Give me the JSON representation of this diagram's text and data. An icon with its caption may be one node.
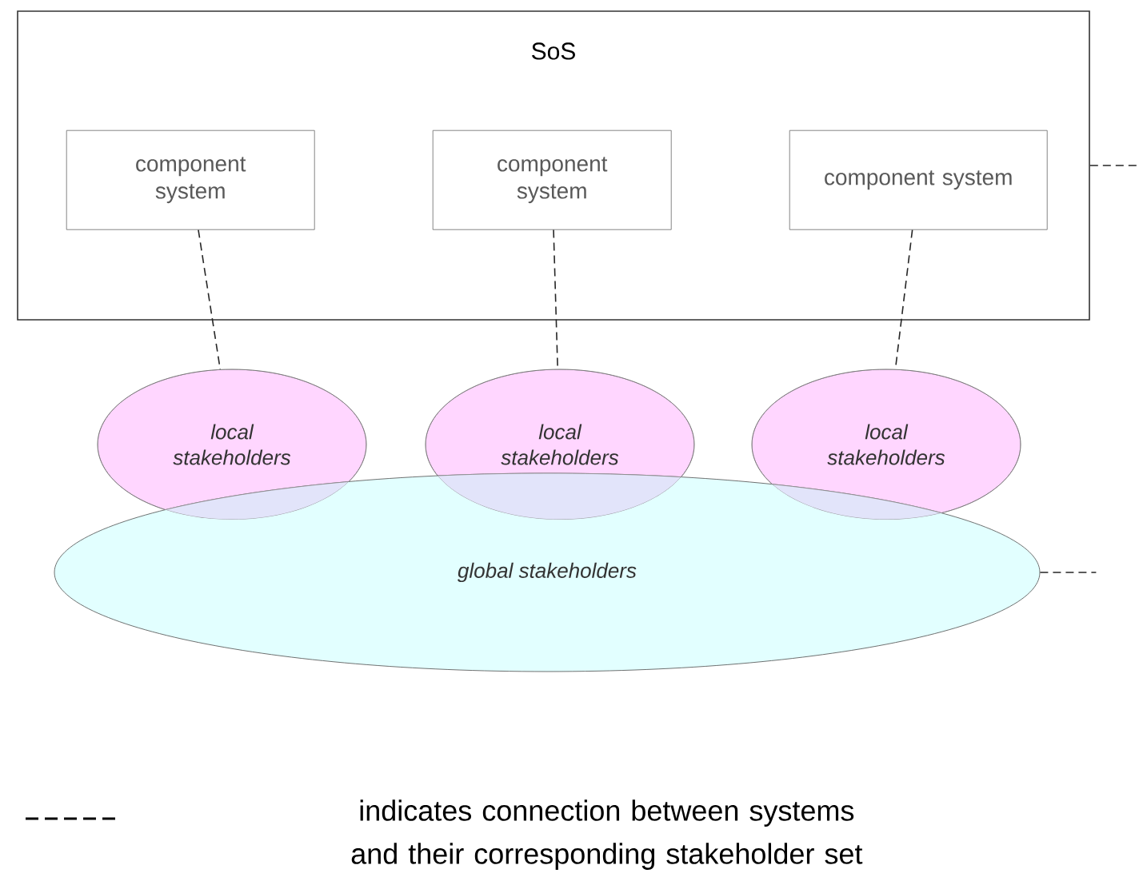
{
  "diagram": {
    "nodes": [
      {
        "text": [
          "SoS"
        ]
      },
      {
        "text": [
          "component system"
        ],
        "in": 0
      },
      {
        "text": [
          "component system"
        ],
        "in": 0
      },
      {
        "text": [
          "component system"
        ],
        "in": 0
      },
      {
        "text": [
          "local stakeholders"
        ]
      },
      {
        "text": [
          "local stakeholders"
        ]
      },
      {
        "text": [
          "local stakeholders"
        ]
      },
      {
        "text": [
          "global stakeholders"
        ]
      }
    ],
    "edges": [
      {
        "from": 1,
        "to": 4,
        "arrow": "none",
        "style": "dashed"
      },
      {
        "from": 2,
        "to": 5,
        "arrow": "none",
        "style": "dashed"
      },
      {
        "from": 3,
        "to": 6,
        "arrow": "none",
        "style": "dashed"
      },
      {
        "from": 0,
        "to": null,
        "arrow": "none",
        "style": "dashed"
      },
      {
        "from": 7,
        "to": null,
        "arrow": "none",
        "style": "dashed"
      }
    ],
    "legend": [
      {
        "text": "indicates connection between systems and their corresponding stakeholder set"
      }
    ]
  }
}
